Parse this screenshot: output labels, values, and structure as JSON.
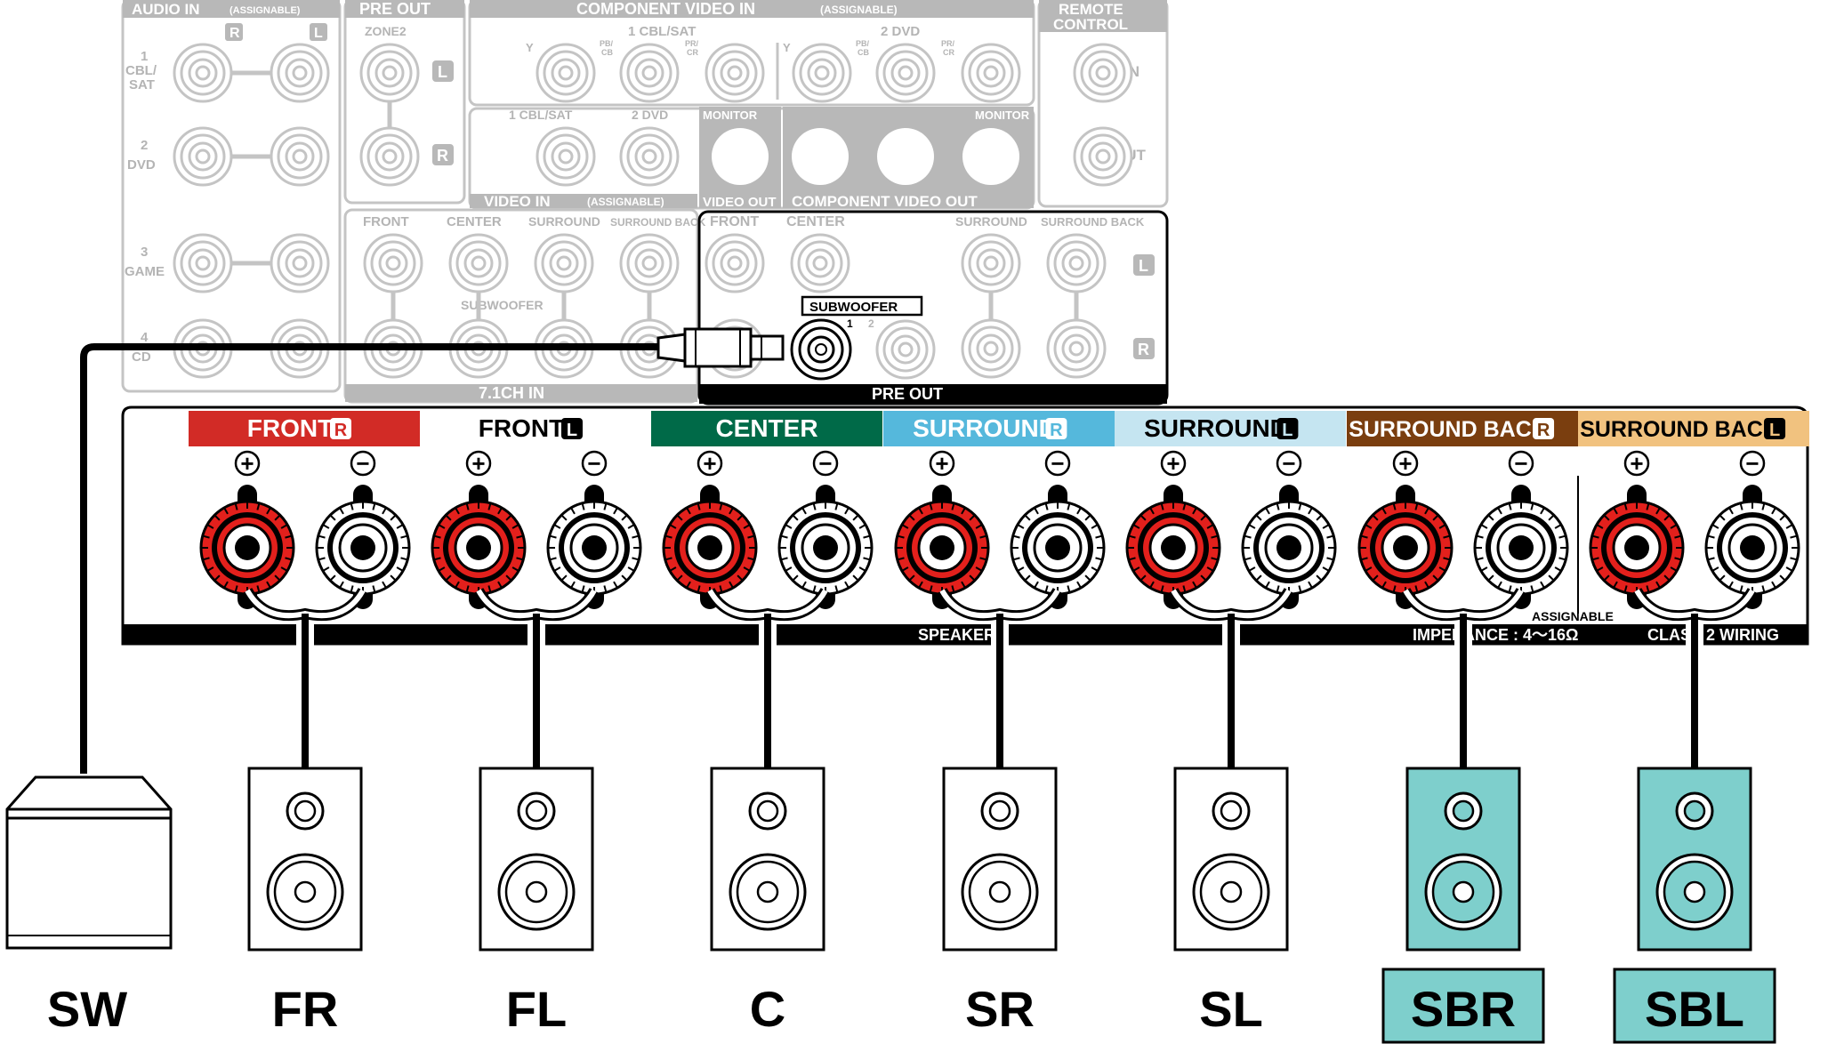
{
  "top_panel": {
    "audio_in": "AUDIO IN",
    "audio_in_note": "(ASSIGNABLE)",
    "audio_r": "R",
    "audio_l": "L",
    "src_1a": "1",
    "src_1b": "CBL/",
    "src_1c": "SAT",
    "src_2a": "2",
    "src_2b": "DVD",
    "src_3a": "3",
    "src_3b": "GAME",
    "src_4a": "4",
    "src_4b": "CD",
    "pre_out_zone": "PRE OUT",
    "zone2": "ZONE2",
    "zone_l": "L",
    "zone_r": "R",
    "component_in": "COMPONENT VIDEO IN",
    "component_in_note": "(ASSIGNABLE)",
    "cv_1": "1 CBL/SAT",
    "cv_2": "2 DVD",
    "cv_y": "Y",
    "cv_pb": "PB/",
    "cv_cb": "CB",
    "cv_pr": "PR/",
    "cv_cr": "CR",
    "vin_1": "1 CBL/SAT",
    "vin_2": "2 DVD",
    "video_in": "VIDEO IN",
    "video_in_note": "(ASSIGNABLE)",
    "monitor_a": "MONITOR",
    "monitor_b": "MONITOR",
    "video_out": "VIDEO OUT",
    "component_out": "COMPONENT VIDEO OUT",
    "remote_1": "REMOTE",
    "remote_2": "CONTROL",
    "remote_in": "IN",
    "remote_out": "OUT",
    "in71_front": "FRONT",
    "in71_center": "CENTER",
    "in71_surround": "SURROUND",
    "in71_sback": "SURROUND BACK",
    "in71_sub": "SUBWOOFER",
    "in71": "7.1CH IN",
    "po_front": "FRONT",
    "po_center": "CENTER",
    "po_surround": "SURROUND",
    "po_sback": "SURROUND BACK",
    "po_l": "L",
    "po_r": "R",
    "po_sub": "SUBWOOFER",
    "po_sub_1": "1",
    "po_sub_2": "2",
    "pre_out": "PRE OUT"
  },
  "speaker_panel": {
    "headers": [
      {
        "text": "FRONT",
        "ch": "R",
        "bg": "#d22b26",
        "fg": "#ffffff"
      },
      {
        "text": "FRONT",
        "ch": "L",
        "bg": "#ffffff",
        "fg": "#000000"
      },
      {
        "text": "CENTER",
        "ch": "",
        "bg": "#006a48",
        "fg": "#ffffff"
      },
      {
        "text": "SURROUND",
        "ch": "R",
        "bg": "#55b8dc",
        "fg": "#ffffff"
      },
      {
        "text": "SURROUND",
        "ch": "L",
        "bg": "#c5e5f1",
        "fg": "#000000"
      },
      {
        "text": "SURROUND BACK",
        "ch": "R",
        "bg": "#7a3e0f",
        "fg": "#ffffff"
      },
      {
        "text": "SURROUND BACK",
        "ch": "L",
        "bg": "#f1c27f",
        "fg": "#000000"
      }
    ],
    "plus": "+",
    "minus": "−",
    "assignable": "ASSIGNABLE",
    "speakers": "SPEAKERS",
    "impedance": "IMPEDANCE : 4〜16Ω",
    "class2": "CLASS 2 WIRING"
  },
  "speakers": [
    {
      "label": "SW",
      "highlight": false
    },
    {
      "label": "FR",
      "highlight": false
    },
    {
      "label": "FL",
      "highlight": false
    },
    {
      "label": "C",
      "highlight": false
    },
    {
      "label": "SR",
      "highlight": false
    },
    {
      "label": "SL",
      "highlight": false
    },
    {
      "label": "SBR",
      "highlight": true
    },
    {
      "label": "SBL",
      "highlight": true
    }
  ],
  "colors": {
    "terminal_red": "#e3201c",
    "highlight_fill": "#7ecfcc",
    "panel_grey": "#b8b8b8",
    "line": "#000000"
  }
}
